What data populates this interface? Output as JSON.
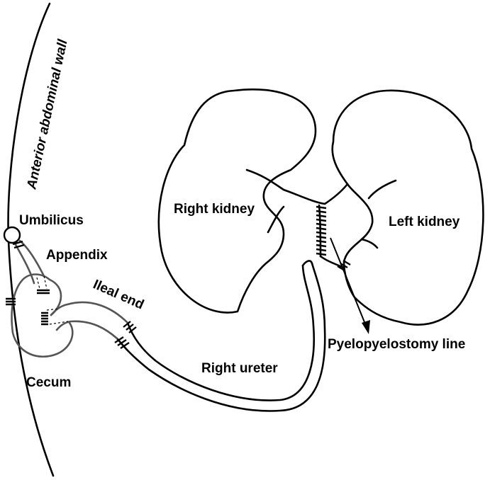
{
  "labels": {
    "abdominal_wall": "Anterior abdominal wall",
    "umbilicus": "Umbilicus",
    "appendix": "Appendix",
    "ileal_end": "Ileal end",
    "cecum": "Cecum",
    "right_kidney": "Right kidney",
    "left_kidney": "Left kidney",
    "right_ureter": "Right ureter",
    "pyelopyelostomy_line": "Pyelopyelostomy line"
  }
}
